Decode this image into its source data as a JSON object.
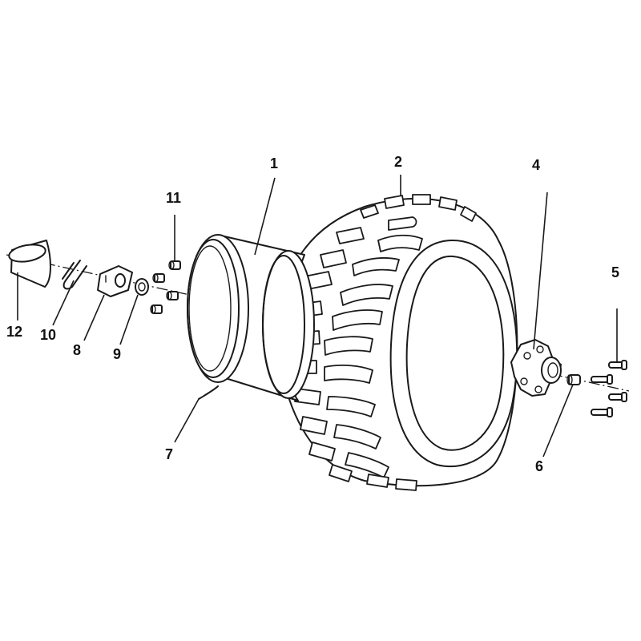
{
  "callouts": {
    "c1": "1",
    "c2": "2",
    "c4": "4",
    "c5": "5",
    "c6": "6",
    "c7": "7",
    "c8": "8",
    "c9": "9",
    "c10": "10",
    "c11": "11",
    "c12": "12"
  },
  "colors": {
    "line": "#1a1a1a",
    "background": "#ffffff"
  }
}
